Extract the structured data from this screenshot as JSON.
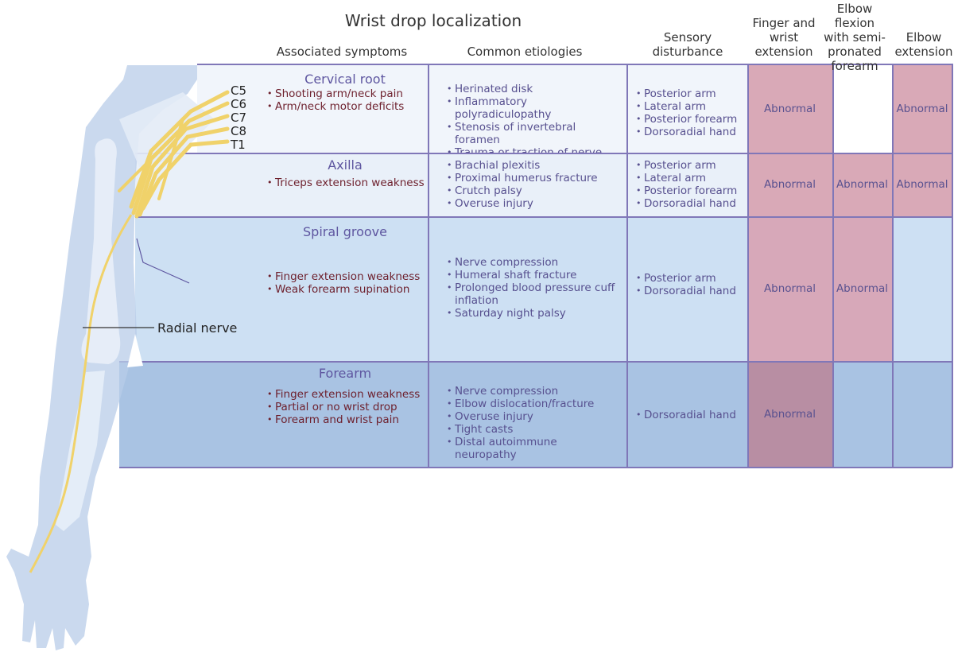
{
  "title": "Wrist drop localization",
  "headers": {
    "symptoms": "Associated symptoms",
    "etiologies": "Common etiologies",
    "sensory": [
      "Sensory",
      "disturbance"
    ],
    "finger_wrist": [
      "Finger and",
      "wrist",
      "extension"
    ],
    "elbow_flexion": [
      "Elbow flexion",
      "with semi-",
      "pronated",
      "forearm"
    ],
    "elbow_ext": [
      "Elbow",
      "extension"
    ]
  },
  "nerve_roots": [
    "C5",
    "C6",
    "C7",
    "C8",
    "T1"
  ],
  "radial_nerve_label": "Radial nerve",
  "rows": [
    {
      "name": "Cervical root",
      "symptoms": [
        "Shooting arm/neck pain",
        "Arm/neck motor deficits"
      ],
      "etiologies": [
        "Herinated disk",
        "Inflammatory polyradiculopathy",
        "Stenosis of invertebral foramen",
        "Trauma or traction of nerve"
      ],
      "sensory": [
        "Posterior arm",
        "Lateral arm",
        "Posterior forearm",
        "Dorsoradial hand"
      ],
      "finger_wrist": "Abnormal",
      "elbow_flexion": "",
      "elbow_ext": "Abnormal"
    },
    {
      "name": "Axilla",
      "symptoms": [
        "Triceps extension weakness"
      ],
      "etiologies": [
        "Brachial plexitis",
        "Proximal humerus fracture",
        "Crutch palsy",
        "Overuse injury"
      ],
      "sensory": [
        "Posterior arm",
        "Lateral arm",
        "Posterior forearm",
        "Dorsoradial hand"
      ],
      "finger_wrist": "Abnormal",
      "elbow_flexion": "Abnormal",
      "elbow_ext": "Abnormal"
    },
    {
      "name": "Spiral groove",
      "symptoms": [
        "Finger extension weakness",
        "Weak forearm supination"
      ],
      "etiologies": [
        "Nerve compression",
        "Humeral shaft fracture",
        "Prolonged blood pressure cuff inflation",
        "Saturday night palsy"
      ],
      "sensory": [
        "Posterior arm",
        "Dorsoradial hand"
      ],
      "finger_wrist": "Abnormal",
      "elbow_flexion": "Abnormal",
      "elbow_ext": ""
    },
    {
      "name": "Forearm",
      "symptoms": [
        "Finger extension weakness",
        "Partial or no wrist drop",
        "Forearm and wrist pain"
      ],
      "etiologies": [
        "Nerve compression",
        "Elbow dislocation/fracture",
        "Overuse injury",
        "Tight casts",
        "Distal autoimmune neuropathy"
      ],
      "sensory": [
        "Dorsoradial hand"
      ],
      "finger_wrist": "Abnormal",
      "elbow_flexion": "",
      "elbow_ext": ""
    }
  ],
  "colors": {
    "row_bg": [
      "#f1f5fb",
      "#e9f0f9",
      "#cde0f3",
      "#a9c3e3"
    ],
    "abnormal_bg": [
      "#d9a9b7",
      "#d9a9b7",
      "#d7a8b9",
      "#b88ea3"
    ],
    "grid_line": "#8077b8",
    "nerve": "#f0d26a"
  }
}
